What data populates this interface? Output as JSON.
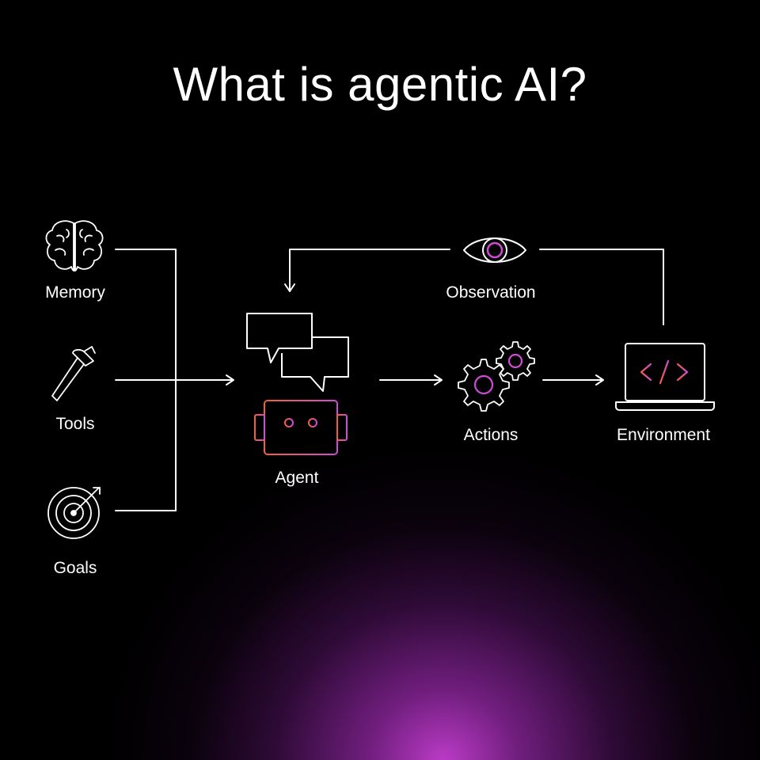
{
  "title": "What is agentic AI?",
  "nodes": {
    "memory": {
      "label": "Memory",
      "icon": "brain-icon"
    },
    "tools": {
      "label": "Tools",
      "icon": "hammer-icon"
    },
    "goals": {
      "label": "Goals",
      "icon": "target-icon"
    },
    "agent": {
      "label": "Agent",
      "icon": "robot-icon"
    },
    "observation": {
      "label": "Observation",
      "icon": "eye-icon"
    },
    "actions": {
      "label": "Actions",
      "icon": "gears-icon"
    },
    "environment": {
      "label": "Environment",
      "icon": "laptop-code-icon"
    }
  },
  "edges": [
    {
      "from": "memory",
      "to": "agent"
    },
    {
      "from": "tools",
      "to": "agent"
    },
    {
      "from": "goals",
      "to": "agent"
    },
    {
      "from": "agent",
      "to": "actions"
    },
    {
      "from": "actions",
      "to": "environment"
    },
    {
      "from": "environment",
      "to": "observation"
    },
    {
      "from": "observation",
      "to": "agent"
    }
  ],
  "colors": {
    "background": "#000000",
    "line": "#ffffff",
    "accent_magenta": "#d24bd8",
    "accent_orange": "#f2603c",
    "glow": "#c43ed0"
  }
}
